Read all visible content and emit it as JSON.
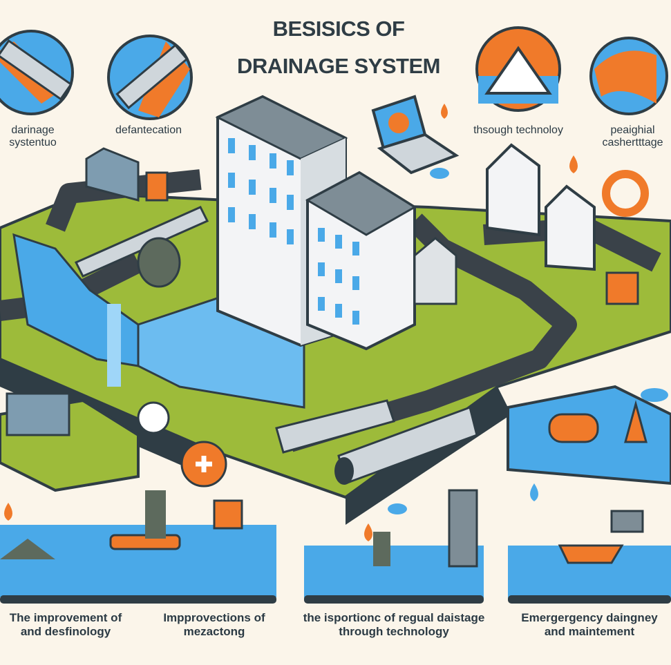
{
  "title": {
    "line1": "BESISICS OF",
    "line2": "DRAINAGE SYSTEM"
  },
  "top_labels": [
    {
      "line1": "darinage",
      "line2": "systentuo"
    },
    {
      "line1": "defantecation",
      "line2": ""
    },
    {
      "line1": "thsough technoloy",
      "line2": ""
    },
    {
      "line1": "peaighial",
      "line2": "cashertttage"
    }
  ],
  "captions": [
    {
      "line1": "The improvement of",
      "line2": "and desfinology"
    },
    {
      "line1": "Impprovections of",
      "line2": "mezactong"
    },
    {
      "line1": "the isportionc of regual daistage",
      "line2": "through technology"
    },
    {
      "line1": "Emergergency daingney",
      "line2": "and maintement"
    }
  ],
  "colors": {
    "background": "#fbf5ea",
    "water": "#4aa9e8",
    "grass": "#9dbb3a",
    "accent": "#f07a2a",
    "dark": "#2f3d45",
    "road": "#3a4249"
  }
}
